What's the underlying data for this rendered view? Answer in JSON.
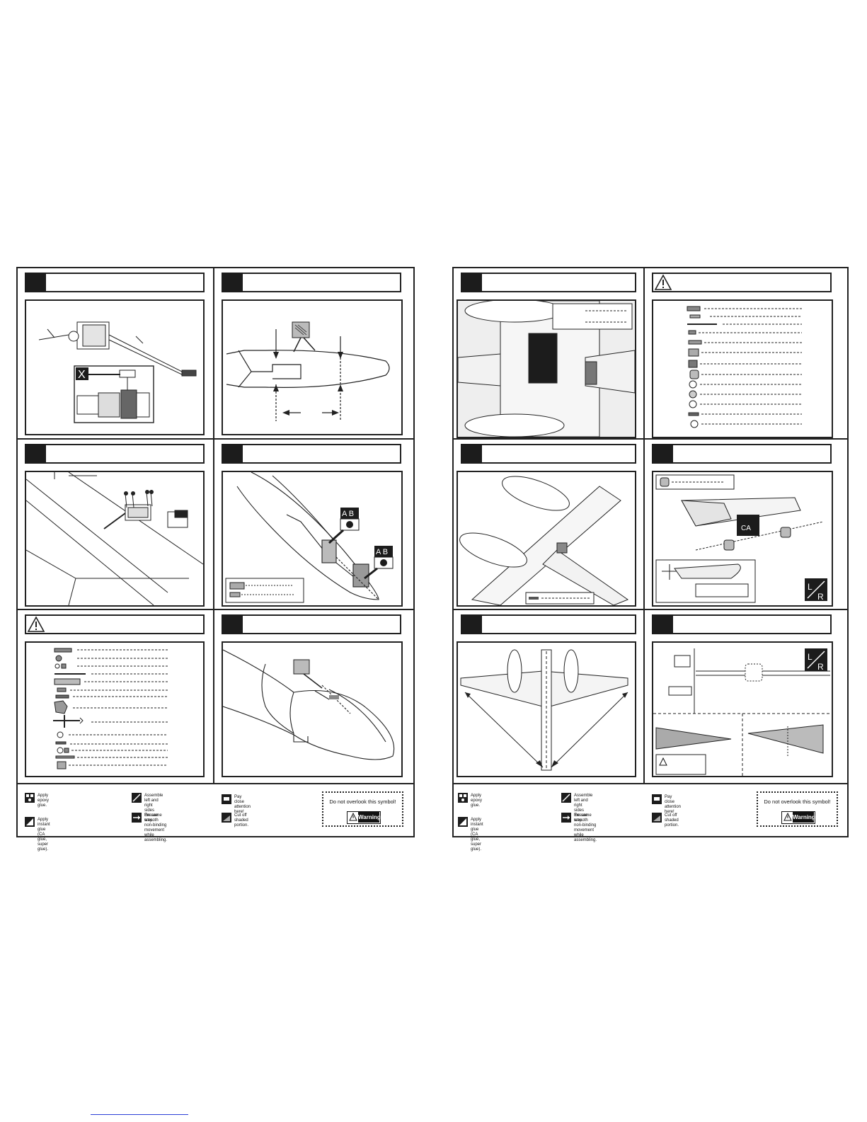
{
  "legend": {
    "epoxy": "Apply epoxy glue.",
    "instant_glue": "Apply instant glue (CA glue, super glue).",
    "lr_same": "Assemble left and right sides\nthe same way.",
    "smooth": "Ensure smooth non-binding\nmovement while assembling.",
    "attention": "Pay close attention here!",
    "cut_off": "Cut off shaded portion.",
    "overlook": "Do not overlook this symbol!",
    "warning_badge": "Warning!"
  },
  "legend_right": {
    "epoxy": "Apply epoxy glue.",
    "instant_glue": "Apply instant glue (CA glue, super glue).",
    "lr_same": "Assemble left and right sides\nthe same way.",
    "smooth": "Ensure smooth non-binding\nmovement while assembling.",
    "attention": "Pay close attention here!",
    "cut_off": "Cut off shaded portion.",
    "overlook": "Do not overlook this symbol!",
    "warning_badge": "Warning!"
  },
  "symbols": {
    "ab": "A B",
    "ca": "CA",
    "l": "L",
    "r": "R",
    "x": "X"
  }
}
